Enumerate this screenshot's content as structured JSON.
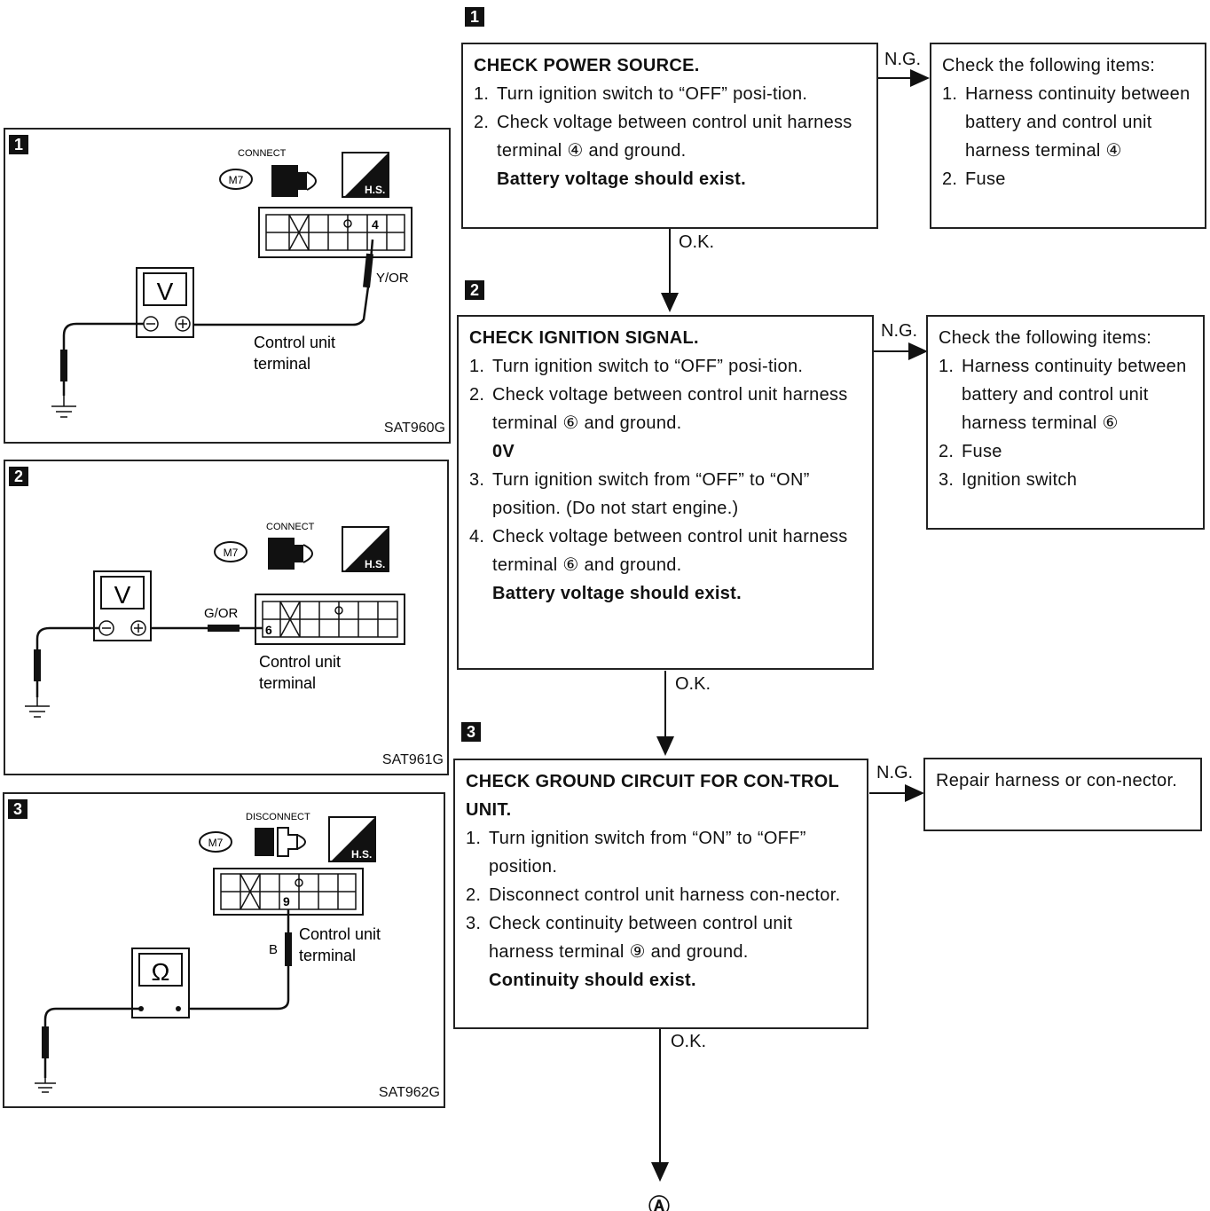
{
  "figures": [
    {
      "step": "1",
      "status": "CONNECT",
      "connector": "M7",
      "hs_label": "H.S.",
      "meter": "V",
      "terminal": "4",
      "wire": "Y/OR",
      "label_line1": "Control unit",
      "label_line2": "terminal",
      "id": "SAT960G"
    },
    {
      "step": "2",
      "status": "CONNECT",
      "connector": "M7",
      "hs_label": "H.S.",
      "meter": "V",
      "terminal": "6",
      "wire": "G/OR",
      "label_line1": "Control unit",
      "label_line2": "terminal",
      "id": "SAT961G"
    },
    {
      "step": "3",
      "status": "DISCONNECT",
      "connector": "M7",
      "hs_label": "H.S.",
      "meter": "Ω",
      "terminal": "9",
      "wire": "B",
      "label_line1": "Control unit",
      "label_line2": "terminal",
      "id": "SAT962G"
    }
  ],
  "steps": [
    {
      "badge": "1",
      "title": "CHECK POWER SOURCE.",
      "items": [
        {
          "num": "1.",
          "text": "Turn ignition switch to “OFF” posi-tion."
        },
        {
          "num": "2.",
          "text": "Check voltage between control unit harness terminal ④ and ground."
        }
      ],
      "result": "Battery voltage should exist.",
      "ng_label": "N.G.",
      "ng_title": "Check the following items:",
      "ng_items": [
        {
          "num": "1.",
          "text": "Harness continuity between battery and control unit harness terminal ④"
        },
        {
          "num": "2.",
          "text": "Fuse"
        }
      ],
      "ok_label": "O.K."
    },
    {
      "badge": "2",
      "title": "CHECK IGNITION SIGNAL.",
      "items": [
        {
          "num": "1.",
          "text": "Turn ignition switch to “OFF” posi-tion."
        },
        {
          "num": "2.",
          "text": "Check voltage between control unit harness terminal ⑥ and ground."
        },
        {
          "num": "",
          "text": "0V"
        },
        {
          "num": "3.",
          "text": "Turn ignition switch from “OFF” to “ON” position. (Do not start engine.)"
        },
        {
          "num": "4.",
          "text": "Check voltage between control unit harness terminal ⑥ and ground."
        }
      ],
      "result": "Battery voltage should exist.",
      "ng_label": "N.G.",
      "ng_title": "Check the following items:",
      "ng_items": [
        {
          "num": "1.",
          "text": "Harness continuity between battery and control unit harness terminal ⑥"
        },
        {
          "num": "2.",
          "text": "Fuse"
        },
        {
          "num": "3.",
          "text": "Ignition switch"
        }
      ],
      "ok_label": "O.K."
    },
    {
      "badge": "3",
      "title": "CHECK GROUND CIRCUIT FOR CON-TROL UNIT.",
      "items": [
        {
          "num": "1.",
          "text": "Turn ignition switch from “ON” to “OFF” position."
        },
        {
          "num": "2.",
          "text": "Disconnect control unit harness con-nector."
        },
        {
          "num": "3.",
          "text": "Check continuity between control unit harness terminal ⑨ and ground."
        }
      ],
      "result": "Continuity should exist.",
      "ng_label": "N.G.",
      "ng_text": "Repair harness or con-nector.",
      "ok_label": "O.K."
    }
  ],
  "end_marker": "Ⓐ"
}
